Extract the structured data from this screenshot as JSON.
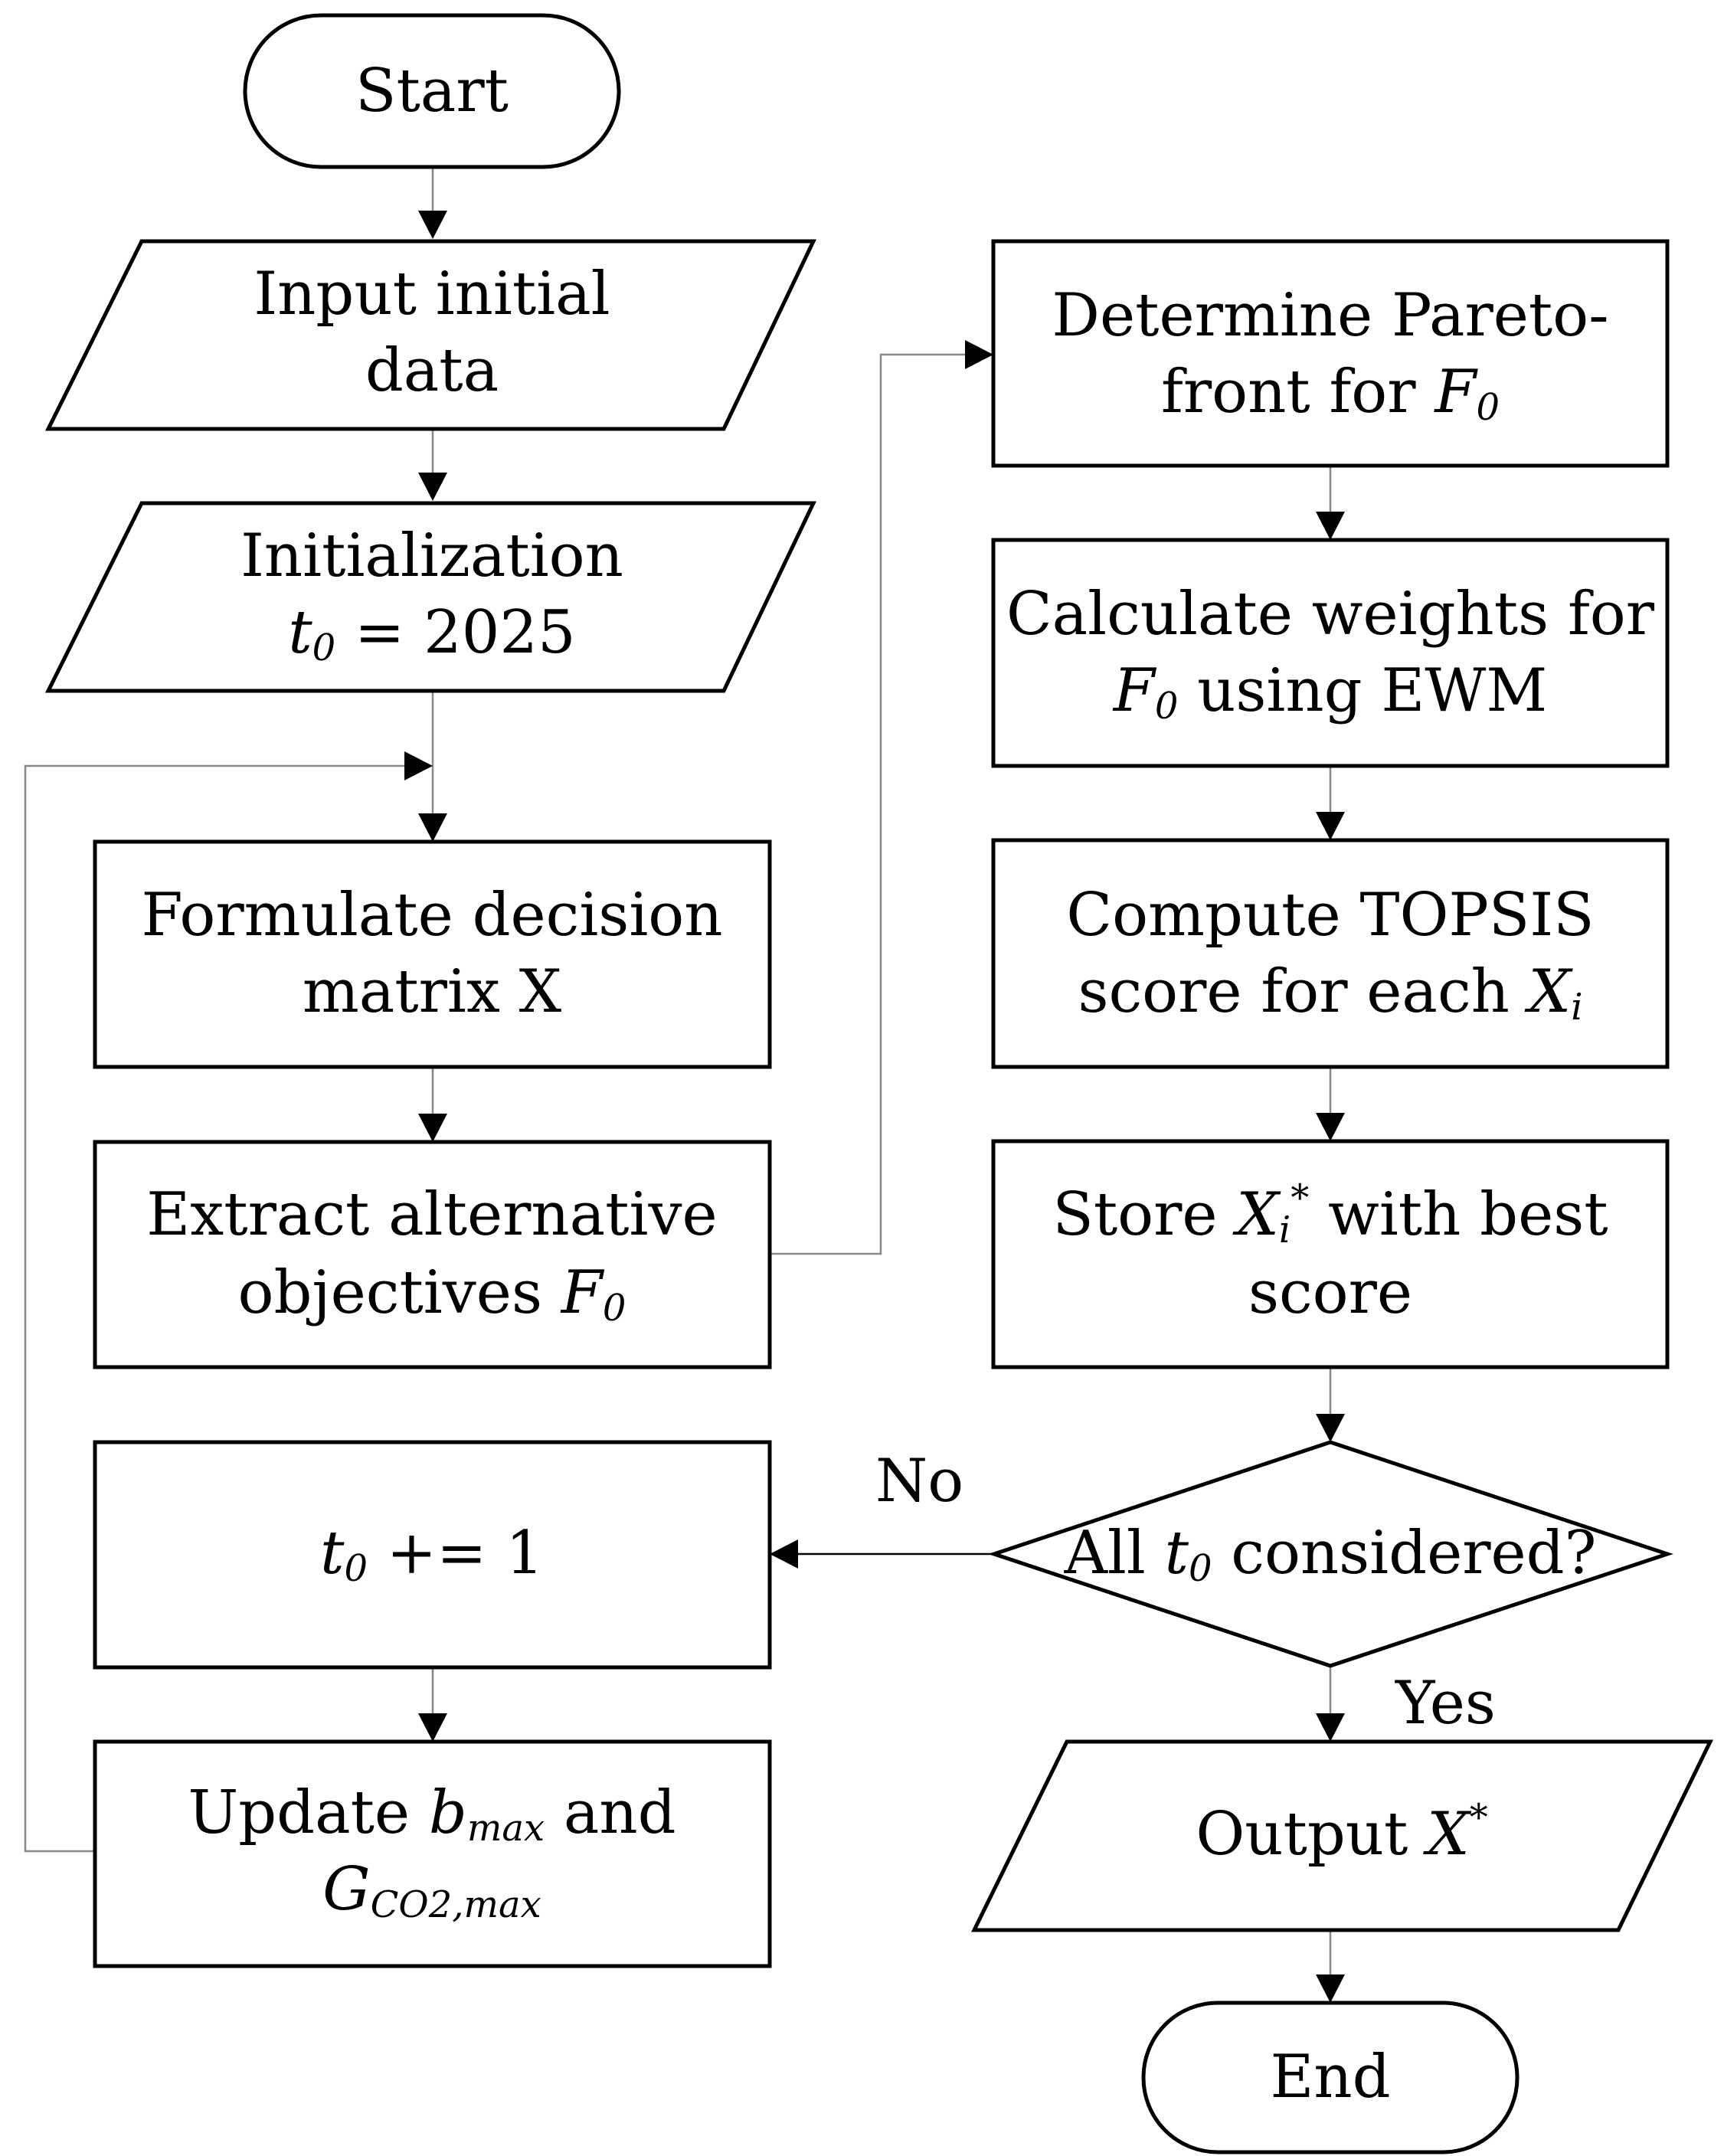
{
  "nodes": {
    "start": {
      "text": "Start"
    },
    "input": {
      "line1": "Input initial",
      "line2": "data"
    },
    "init": {
      "line1": "Initialization",
      "var": "t",
      "var_sub": "0",
      "rest": " = 2025"
    },
    "formulate": {
      "line1": "Formulate decision",
      "line2": "matrix X"
    },
    "extract": {
      "line1": "Extract alternative",
      "line2_pre": "objectives ",
      "var": "F",
      "var_sub": "0"
    },
    "increment": {
      "var": "t",
      "var_sub": "0",
      "rest": " += 1"
    },
    "update": {
      "pre": "Update ",
      "var": "b",
      "var_sub": "max",
      "post": " and",
      "var2": "G",
      "var2_sub": "CO2,max"
    },
    "pareto": {
      "line1": "Determine Pareto-",
      "line2_pre": "front for ",
      "var": "F",
      "var_sub": "0"
    },
    "weights": {
      "line1": "Calculate weights for",
      "var": "F",
      "var_sub": "0",
      "line2_post": " using EWM"
    },
    "topsis": {
      "line1": "Compute TOPSIS",
      "line2_pre": "score for each ",
      "var": "X",
      "var_sub": "i"
    },
    "store": {
      "pre": "Store ",
      "var": "X",
      "var_sub": "i",
      "var_sup": "*",
      "post": " with best",
      "line2": "score"
    },
    "decision": {
      "pre": "All ",
      "var": "t",
      "var_sub": "0",
      "post": " considered?"
    },
    "output": {
      "pre": "Output ",
      "var": "X",
      "var_sup": "*"
    },
    "end": {
      "text": "End"
    }
  },
  "edges": {
    "no_label": "No",
    "yes_label": "Yes"
  }
}
